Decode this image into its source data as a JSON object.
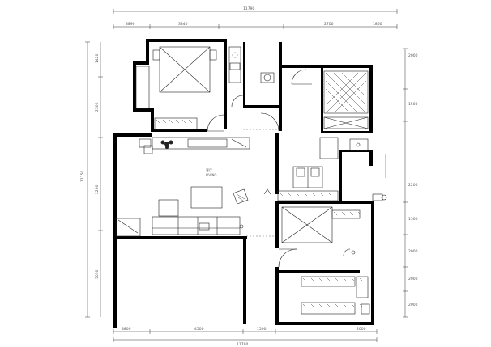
{
  "dimensions": {
    "top_overall": "11790",
    "bottom_overall": "11790",
    "left_overall": "11150",
    "top_segments": [
      "3890",
      "3340",
      "2700",
      "1860"
    ],
    "bottom_segments": [
      "3800",
      "4500",
      "1500",
      "2000"
    ],
    "left_segments": [
      "1420",
      "2500",
      "2200",
      "5030"
    ],
    "right_segments": [
      "2000",
      "1500",
      "2200",
      "1500",
      "2000",
      "2000",
      "2000"
    ]
  },
  "rooms": {
    "living_label": "客厅",
    "living_sub": "LIVING"
  },
  "icons": {
    "plant": "plant-icon",
    "chair": "chair-icon"
  }
}
